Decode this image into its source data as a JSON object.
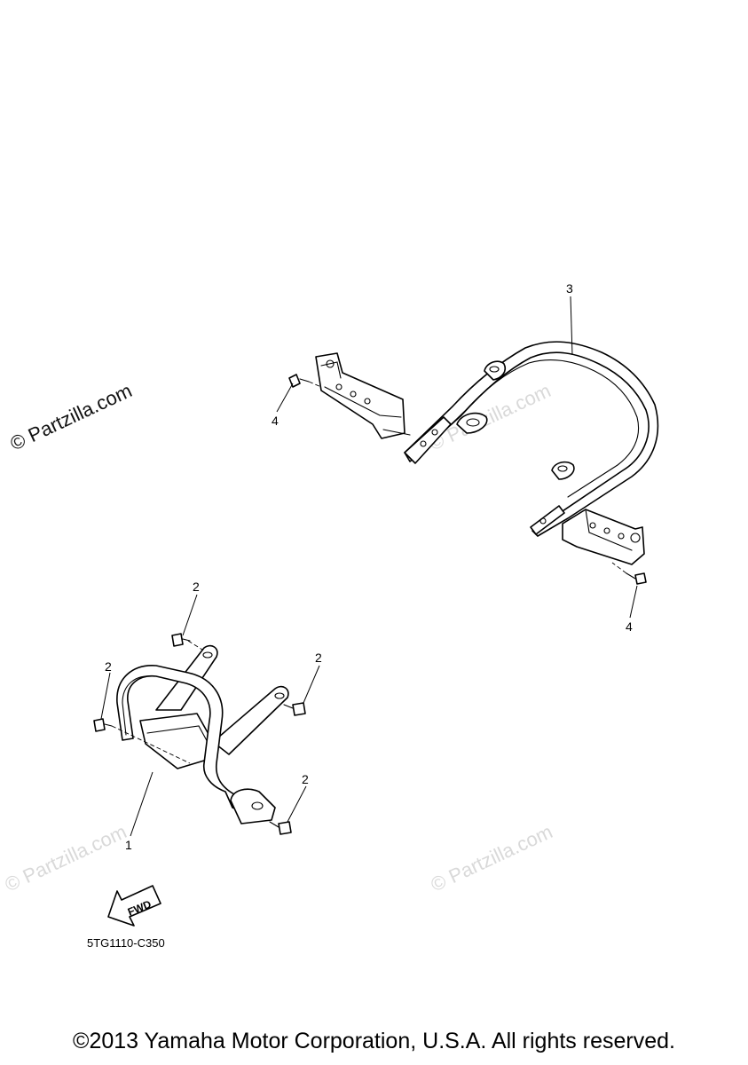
{
  "watermarks": {
    "side": "© Partzilla.com",
    "faint": "© Partzilla.com"
  },
  "callouts": {
    "c1": "1",
    "c2a": "2",
    "c2b": "2",
    "c2c": "2",
    "c2d": "2",
    "c3": "3",
    "c4a": "4",
    "c4b": "4"
  },
  "fwd_label": "FWD",
  "diagram_code": "5TG1110-C350",
  "copyright": "©2013 Yamaha Motor Corporation, U.S.A. All rights reserved."
}
